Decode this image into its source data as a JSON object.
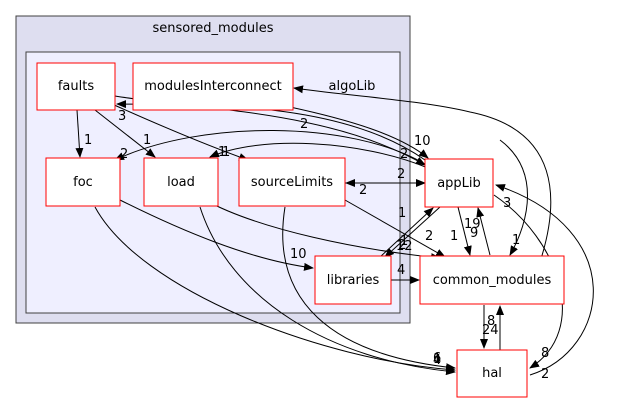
{
  "clusters": {
    "outer": {
      "label": "sensored_modules"
    },
    "inner": {
      "label": "algoLib"
    }
  },
  "nodes": [
    {
      "id": "faults",
      "label": "faults"
    },
    {
      "id": "modulesInterconnect",
      "label": "modulesInterconnect"
    },
    {
      "id": "foc",
      "label": "foc"
    },
    {
      "id": "load",
      "label": "load"
    },
    {
      "id": "sourceLimits",
      "label": "sourceLimits"
    },
    {
      "id": "appLib",
      "label": "appLib"
    },
    {
      "id": "libraries",
      "label": "libraries"
    },
    {
      "id": "common_modules",
      "label": "common_modules"
    },
    {
      "id": "hal",
      "label": "hal"
    }
  ],
  "edge_labels": {
    "faults_foc": "1",
    "faults_load": "1",
    "faults_sourceLimits": "1",
    "faults_appLib": "10",
    "modulesInterconnect_appLib": "2",
    "appLib_faults": "3",
    "appLib_foc": "2",
    "appLib_load": "1",
    "sourceLimits_appLib": "2",
    "appLib_sourceLimits": "2",
    "foc_libraries": "10",
    "foc_hal": "4",
    "load_hal": "6",
    "load_common": "2",
    "sourceLimits_common": "2",
    "sourceLimits_hal": "1",
    "appLib_common": "19",
    "appLib_libraries": "12",
    "libraries_common": "4",
    "libraries_appLib": "1",
    "common_appLib": "9",
    "common_hal": "24",
    "hal_common": "8",
    "appLib_hal": "8",
    "hal_appLib": "2",
    "misc_1": "1",
    "misc_3": "3",
    "misc_1b": "1",
    "misc_2": "2",
    "misc_1c": "1"
  }
}
